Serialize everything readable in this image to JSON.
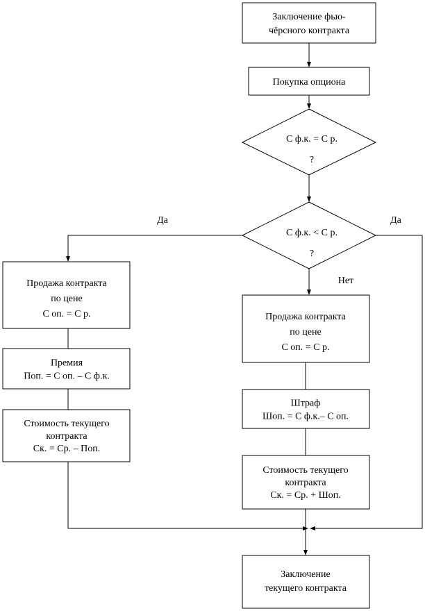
{
  "nodes": {
    "futures_contract": [
      "Заключение фью-",
      "чёрсного контракта"
    ],
    "buy_option": [
      "Покупка опциона"
    ],
    "decision_equal": [
      "С ф.к. = С р.",
      "?"
    ],
    "decision_less": [
      "С ф.к. < С р.",
      "?"
    ],
    "left_sale": [
      "Продажа контракта",
      "по цене",
      "С оп. = С р."
    ],
    "premium": [
      "Премия",
      "Поп. = С оп. – С ф.к."
    ],
    "left_value": [
      "Стоимость текущего",
      "контракта",
      "Ск. = Ср. – Поп."
    ],
    "right_sale": [
      "Продажа контракта",
      "по цене",
      "С оп. = С р."
    ],
    "penalty": [
      "Штраф",
      "Шоп. = С ф.к.– С оп."
    ],
    "right_value": [
      "Стоимость текущего",
      "контракта",
      "Ск. = Ср. + Шоп."
    ],
    "current_contract": [
      "Заключение",
      "текущего контракта"
    ]
  },
  "edge_labels": {
    "yes_left": "Да",
    "yes_right": "Да",
    "no": "Нет"
  }
}
